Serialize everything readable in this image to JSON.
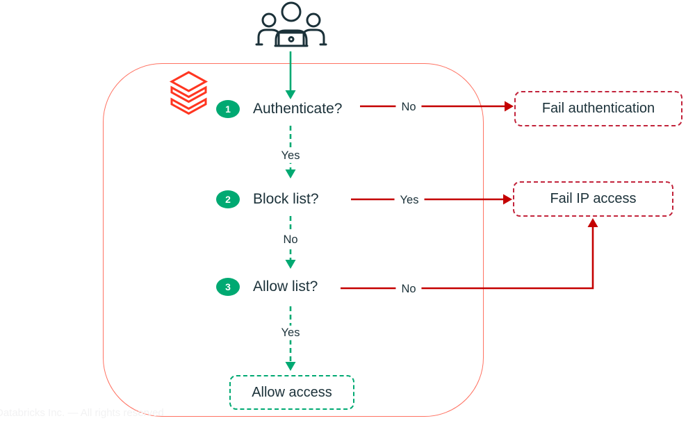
{
  "diagram": {
    "steps": [
      {
        "num": "1",
        "label": "Authenticate?"
      },
      {
        "num": "2",
        "label": "Block list?"
      },
      {
        "num": "3",
        "label": "Allow list?"
      }
    ],
    "edges": {
      "auth_no": "No",
      "auth_yes": "Yes",
      "block_yes": "Yes",
      "block_no": "No",
      "allow_no": "No",
      "allow_yes": "Yes"
    },
    "outcomes": {
      "fail_auth": "Fail authentication",
      "fail_ip": "Fail IP access",
      "allow": "Allow access"
    },
    "icons": {
      "top": "users-group-icon",
      "brand": "databricks-logo"
    },
    "colors": {
      "green": "#00A972",
      "navy": "#1B3139",
      "arrow_red": "#C40000",
      "fail_border": "#C2233B",
      "pass_border": "#00A972",
      "container_border": "#FF7262",
      "logo_red": "#FF3621",
      "footer_text": "#F2F2F3"
    },
    "footer": "Databricks Inc. — All rights reserved"
  }
}
